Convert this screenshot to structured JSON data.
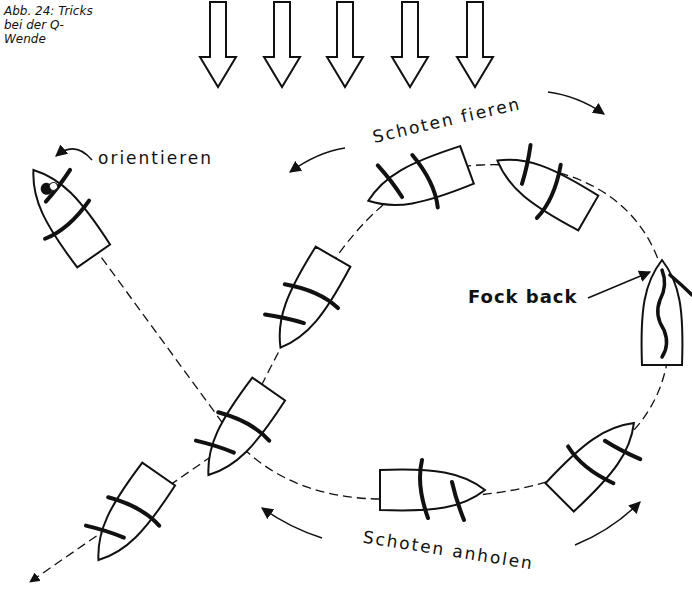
{
  "diagram": {
    "caption": "Abb. 24: Tricks bei der Q-Wende",
    "labels": [
      "orientieren",
      "Schoten fieren",
      "Fock back",
      "Schoten anholen"
    ]
  }
}
